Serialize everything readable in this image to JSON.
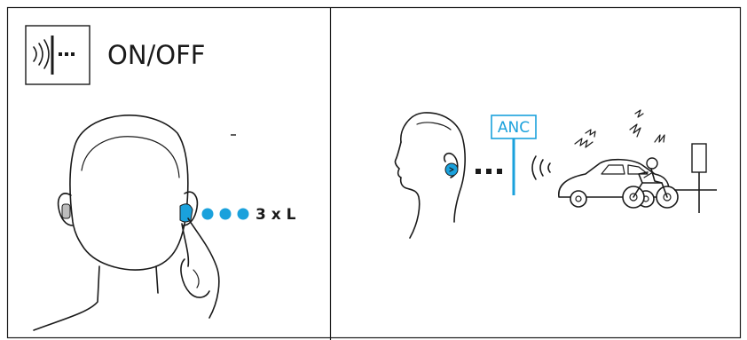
{
  "left_panel": {
    "title": "ON/OFF",
    "press_instruction": "3 x L",
    "indicator_icon": "anc-waves-icon"
  },
  "right_panel": {
    "anc_label": "ANC",
    "noise_sources": [
      "car",
      "motorcycle",
      "traffic-light"
    ]
  },
  "colors": {
    "accent": "#1aa1dc",
    "line": "#1a1a1a",
    "background": "#ffffff"
  }
}
